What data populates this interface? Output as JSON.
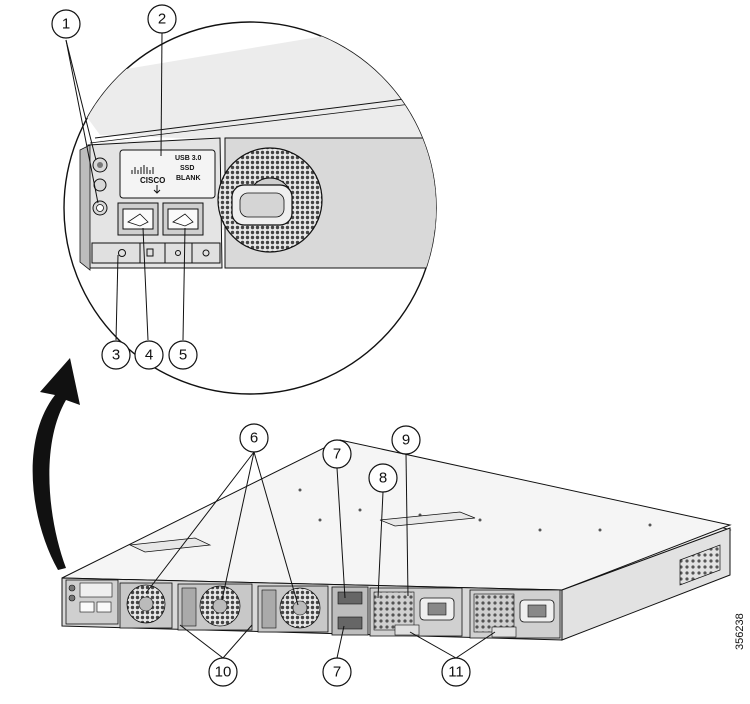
{
  "figure": {
    "reference_number": "356238",
    "callouts": [
      {
        "id": "c1a",
        "label": "1"
      },
      {
        "id": "c2",
        "label": "2"
      },
      {
        "id": "c3",
        "label": "3"
      },
      {
        "id": "c4",
        "label": "4"
      },
      {
        "id": "c5",
        "label": "5"
      },
      {
        "id": "c6",
        "label": "6"
      },
      {
        "id": "c7a",
        "label": "7"
      },
      {
        "id": "c7b",
        "label": "7"
      },
      {
        "id": "c8",
        "label": "8"
      },
      {
        "id": "c9",
        "label": "9"
      },
      {
        "id": "c10",
        "label": "10"
      },
      {
        "id": "c11",
        "label": "11"
      }
    ],
    "ssd_slot": {
      "brand": "CISCO",
      "label_line1": "USB 3.0",
      "label_line2": "SSD",
      "label_line3": "BLANK"
    },
    "colors": {
      "line": "#111111",
      "chassis_top": "#e6e6e6",
      "chassis_front": "#cfcfcf",
      "dark": "#2a2a2a"
    }
  }
}
